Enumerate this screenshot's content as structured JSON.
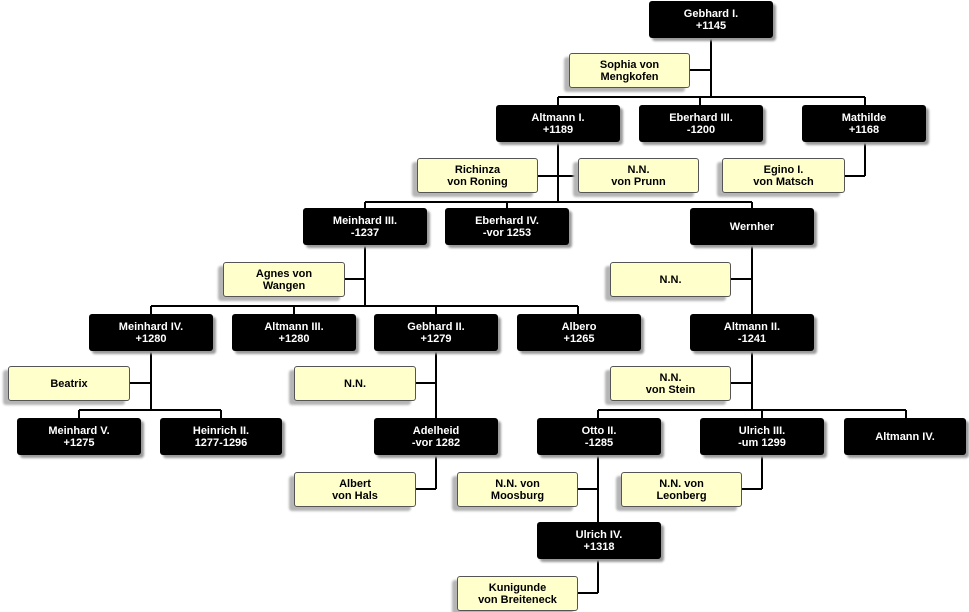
{
  "people": {
    "gebhard1": {
      "l1": "Gebhard I.",
      "l2": "+1145"
    },
    "altmann1": {
      "l1": "Altmann I.",
      "l2": "+1189"
    },
    "eberhard3": {
      "l1": "Eberhard III.",
      "l2": "-1200"
    },
    "mathilde": {
      "l1": "Mathilde",
      "l2": "+1168"
    },
    "meinhard3": {
      "l1": "Meinhard III.",
      "l2": "-1237"
    },
    "eberhard4": {
      "l1": "Eberhard IV.",
      "l2": "-vor 1253"
    },
    "wernher": {
      "l1": "Wernher",
      "l2": ""
    },
    "meinhard4": {
      "l1": "Meinhard IV.",
      "l2": "+1280"
    },
    "altmann3": {
      "l1": "Altmann III.",
      "l2": "+1280"
    },
    "gebhard2": {
      "l1": "Gebhard II.",
      "l2": "+1279"
    },
    "albero": {
      "l1": "Albero",
      "l2": "+1265"
    },
    "altmann2": {
      "l1": "Altmann II.",
      "l2": "-1241"
    },
    "meinhard5": {
      "l1": "Meinhard V.",
      "l2": "+1275"
    },
    "heinrich2": {
      "l1": "Heinrich II.",
      "l2": "1277-1296"
    },
    "adelheid": {
      "l1": "Adelheid",
      "l2": "-vor 1282"
    },
    "otto2": {
      "l1": "Otto II.",
      "l2": "-1285"
    },
    "ulrich3": {
      "l1": "Ulrich III.",
      "l2": "-um 1299"
    },
    "altmann4": {
      "l1": "Altmann IV.",
      "l2": ""
    },
    "ulrich4": {
      "l1": "Ulrich IV.",
      "l2": "+1318"
    }
  },
  "spouses": {
    "sophia": {
      "l1": "Sophia von",
      "l2": "Mengkofen"
    },
    "richinza": {
      "l1": "Richinza",
      "l2": "von Roning"
    },
    "nn_prunn": {
      "l1": "N.N.",
      "l2": "von Prunn"
    },
    "egino": {
      "l1": "Egino I.",
      "l2": "von Matsch"
    },
    "agnes": {
      "l1": "Agnes von",
      "l2": "Wangen"
    },
    "nn_wernher": {
      "l1": "N.N.",
      "l2": ""
    },
    "beatrix": {
      "l1": "Beatrix",
      "l2": ""
    },
    "nn_gebhard2": {
      "l1": "N.N.",
      "l2": ""
    },
    "nn_stein": {
      "l1": "N.N.",
      "l2": "von Stein"
    },
    "albert": {
      "l1": "Albert",
      "l2": "von Hals"
    },
    "nn_moosburg": {
      "l1": "N.N. von",
      "l2": "Moosburg"
    },
    "nn_leonberg": {
      "l1": "N.N. von",
      "l2": "Leonberg"
    },
    "kunigunde": {
      "l1": "Kunigunde",
      "l2": "von Breiteneck"
    }
  }
}
